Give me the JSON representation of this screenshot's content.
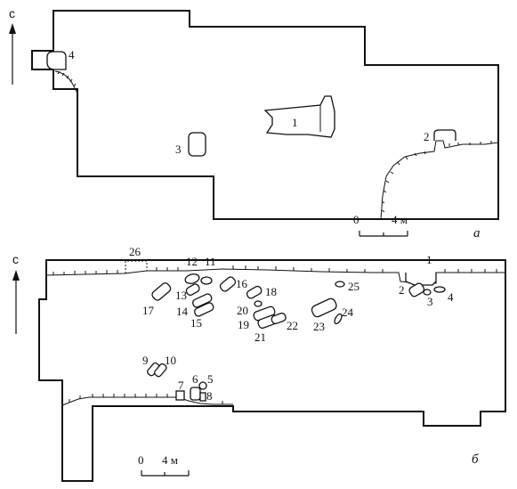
{
  "plan_a": {
    "panel_label": "а",
    "north_label": "с",
    "scale_zero": "0",
    "scale_length": "4 м",
    "features": [
      "1",
      "2",
      "3",
      "4"
    ]
  },
  "plan_b": {
    "panel_label": "б",
    "north_label": "с",
    "scale_zero": "0",
    "scale_length": "4 м",
    "features": [
      "1",
      "2",
      "3",
      "4",
      "5",
      "6",
      "7",
      "8",
      "9",
      "10",
      "11",
      "12",
      "13",
      "14",
      "15",
      "16",
      "17",
      "18",
      "19",
      "20",
      "21",
      "22",
      "23",
      "24",
      "25",
      "26"
    ]
  }
}
